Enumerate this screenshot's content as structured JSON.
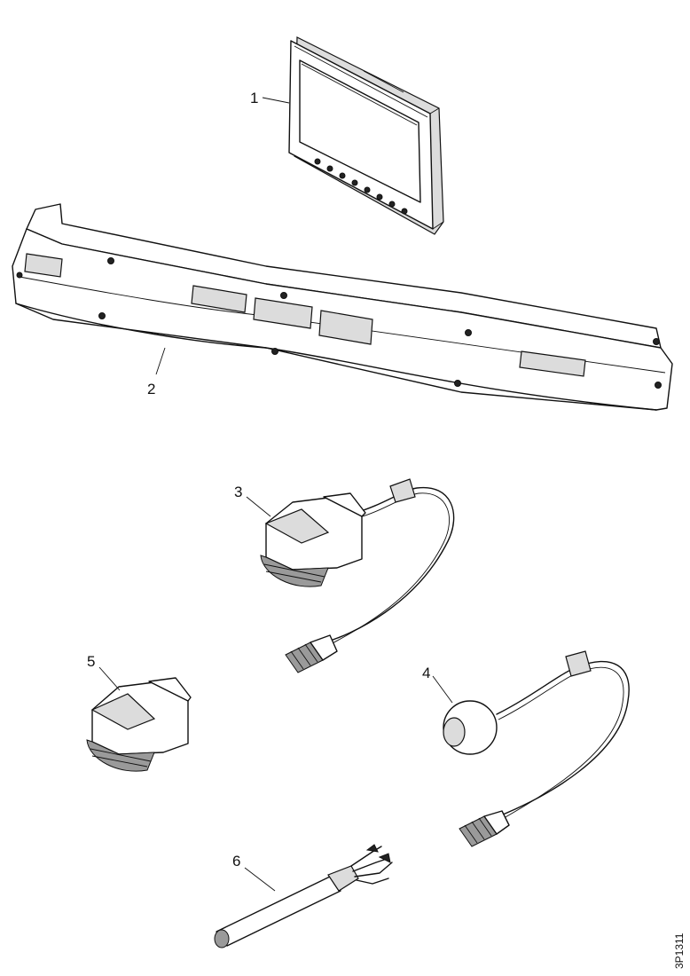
{
  "callouts": {
    "c1": "1",
    "c2": "2",
    "c3": "3",
    "c4": "4",
    "c5": "5",
    "c6": "6"
  },
  "document_id": "3P1311",
  "colors": {
    "line": "#111111",
    "background": "#ffffff",
    "shade": "#dcdcdc"
  }
}
